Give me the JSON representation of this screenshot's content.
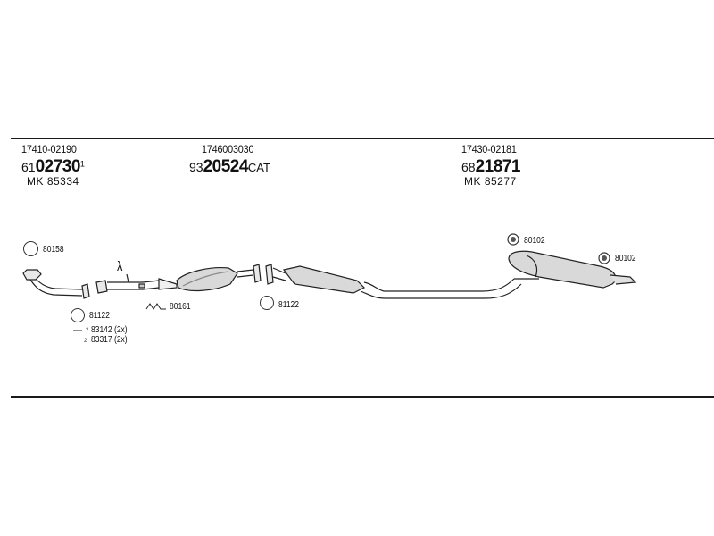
{
  "groups": [
    {
      "part_number": "17410-02190",
      "code_prefix": "61",
      "code_main": "02730",
      "code_suffix": "",
      "code_mark": "1",
      "ref": "MK  85334"
    },
    {
      "part_number": "1746003030",
      "code_prefix": "93",
      "code_main": "20524",
      "code_suffix": "CAT",
      "code_mark": "",
      "ref": ""
    },
    {
      "part_number": "17430-02181",
      "code_prefix": "68",
      "code_main": "21871",
      "code_suffix": "",
      "code_mark": "",
      "ref": "MK  85277"
    }
  ],
  "parts": {
    "gasket_80158": "80158",
    "gasket_81122_left": "81122",
    "bolt_83142": "83142 (2x)",
    "nut_83317": "83317 (2x)",
    "clamp_80161": "80161",
    "lambda_symbol": "λ",
    "gasket_81122_mid": "81122",
    "hanger_80102_a": "80102",
    "hanger_80102_b": "80102"
  },
  "qualifiers": {
    "bolt_qty": "2",
    "nut_qty": "2"
  }
}
